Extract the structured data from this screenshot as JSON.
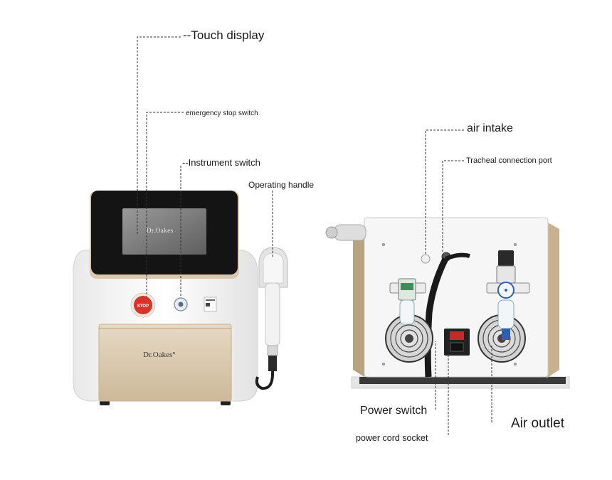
{
  "labels": {
    "touch_display": "--Touch display",
    "emergency_stop": "emergency stop switch",
    "instrument_switch": "--Instrument switch",
    "operating_handle": "Operating handle",
    "air_intake": "air intake",
    "tracheal_port": "Tracheal connection port",
    "power_switch": "Power switch",
    "power_cord_socket": "power cord socket",
    "air_outlet": "Air outlet"
  },
  "branding": {
    "screen_logo": "Dr.Oakes",
    "panel_logo": "Dr.Oakes°"
  },
  "colors": {
    "body_white": "#f4f4f4",
    "gold_trim": "#d8c7ad",
    "screen_dark": "#141414",
    "emergency_red": "#d8332b",
    "leader_line": "#333333"
  }
}
